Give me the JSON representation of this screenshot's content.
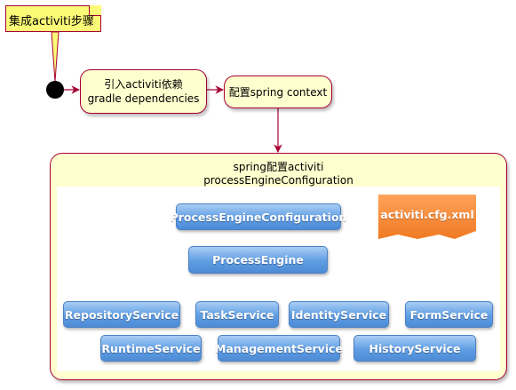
{
  "note": {
    "text": "集成activiti步骤"
  },
  "activities": {
    "add_dependencies": {
      "line1": "引入activiti依赖",
      "line2": "gradle dependencies"
    },
    "configure_spring": {
      "label": "配置spring context"
    }
  },
  "group": {
    "title_line1": "spring配置activiti",
    "title_line2": "processEngineConfiguration"
  },
  "components": {
    "process_engine_configuration": "ProcessEngineConfiguration",
    "process_engine": "ProcessEngine",
    "config_file": "activiti.cfg.xml",
    "services": {
      "repository": "RepositoryService",
      "runtime": "RuntimeService",
      "task": "TaskService",
      "management": "ManagementService",
      "identity": "IdentityService",
      "history": "HistoryService",
      "form": "FormService"
    }
  },
  "colors": {
    "uml_border": "#a80036",
    "uml_fill": "#fefece",
    "note_fill": "#fbfb77",
    "service_blue": "#5f9de3",
    "config_orange": "#f07a22",
    "arrow_blue": "#5b8fc9"
  }
}
